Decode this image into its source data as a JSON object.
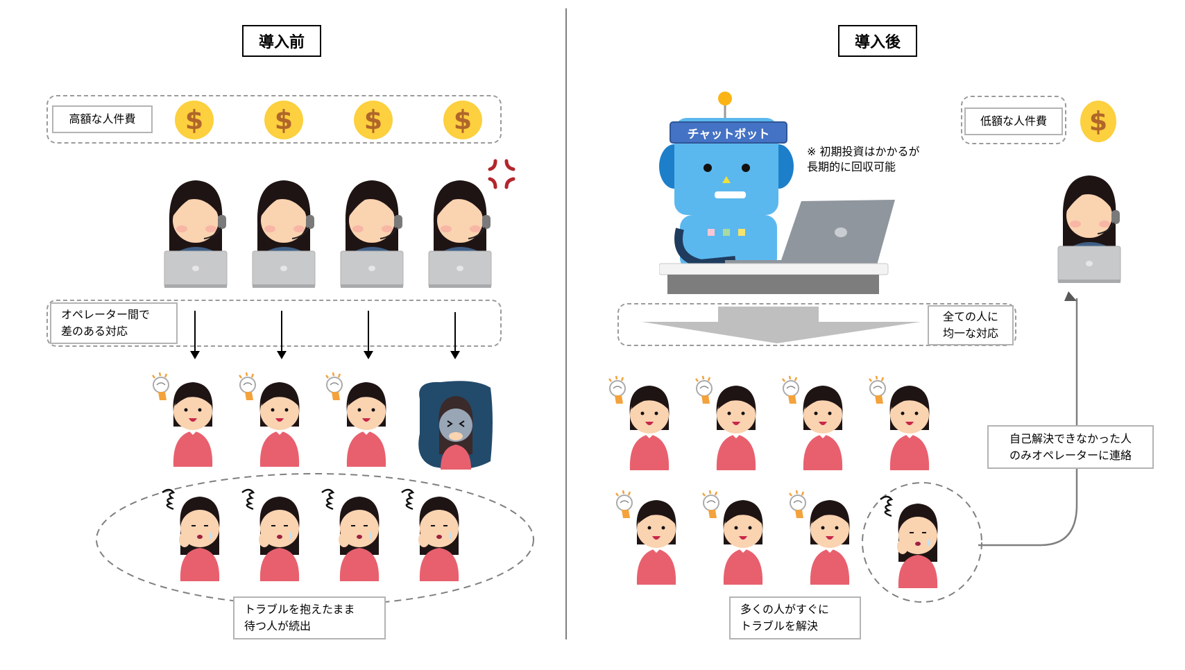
{
  "before": {
    "title": "導入前",
    "cost_label": "高額な人件費",
    "coin_count": 4,
    "coin_symbol": "$",
    "operator_label": "オペレーター間で\n差のある対応",
    "waiting_label": "トラブルを抱えたまま\n待つ人が続出",
    "operators": [
      "laughing",
      "smiling",
      "smiling",
      "angry"
    ],
    "customers_row1": [
      "idea-happy",
      "idea-smile",
      "idea-smile",
      "crying"
    ],
    "customers_row2": [
      "troubled",
      "troubled",
      "troubled",
      "troubled"
    ]
  },
  "after": {
    "title": "導入後",
    "cost_label": "低額な人件費",
    "coin_count": 1,
    "coin_symbol": "$",
    "chatbot_label": "チャットボット",
    "investment_note": "※ 初期投資はかかるが\n長期的に回収可能",
    "uniform_label": "全ての人に\n均一な対応",
    "escalation_label": "自己解決できなかった人\nのみオペレーターに連絡",
    "resolved_label": "多くの人がすぐに\nトラブルを解決",
    "customers_row1": [
      "idea-happy",
      "idea-happy",
      "idea-happy",
      "idea-happy"
    ],
    "customers_row2": [
      "idea-happy",
      "idea-happy",
      "idea-happy",
      "troubled"
    ]
  },
  "colors": {
    "coin": "#fcd03e",
    "coin_symbol": "#b0662a",
    "chatbot_banner": "#4472c4",
    "robot_body": "#5bb8ee",
    "shirt": "#e8606e",
    "hair": "#1f1414",
    "skin": "#fad3b1",
    "laptop": "#c8c9cb",
    "suit": "#3e5f86",
    "angry_mark": "#b3262c",
    "gloom_bg": "#224a6b"
  }
}
